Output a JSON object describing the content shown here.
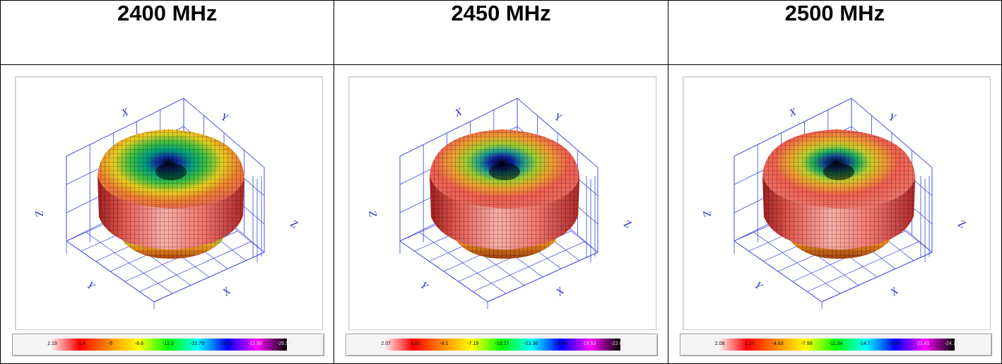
{
  "panels": [
    {
      "frequency_label": "2400 MHz",
      "colorbar_ticks": [
        "2.19",
        "-1.4",
        "-5",
        "-8.6",
        "-12.2",
        "-15.79",
        "-19.39",
        "-22.99",
        "-26.59"
      ]
    },
    {
      "frequency_label": "2450 MHz",
      "colorbar_ticks": [
        "2.07",
        "-1.01",
        "-4.1",
        "-7.19",
        "-10.27",
        "-13.36",
        "-16.44",
        "-19.53",
        "-22.62"
      ]
    },
    {
      "frequency_label": "2500 MHz",
      "colorbar_ticks": [
        "2.08",
        "-1.27",
        "-4.63",
        "-7.99",
        "-11.34",
        "-14.7",
        "-18.06",
        "-21.41",
        "-24.77"
      ]
    }
  ],
  "axis_labels": {
    "x": "X",
    "y": "Y",
    "z": "Z"
  },
  "colors": {
    "axis_box": "#3a46e0",
    "pattern_top": "#e8625a",
    "pattern_side": "#f07470",
    "colormap": [
      "#ffffff",
      "#ff0000",
      "#ff8800",
      "#ffff00",
      "#00ff00",
      "#00ffff",
      "#0000ff",
      "#ff00ff",
      "#000000"
    ]
  }
}
